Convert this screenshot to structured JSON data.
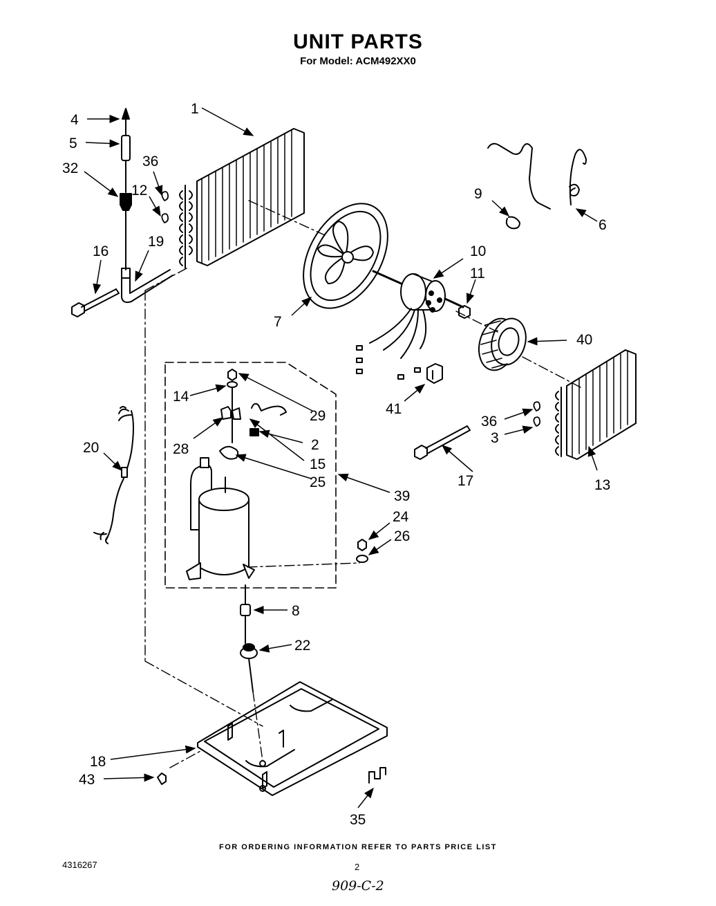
{
  "header": {
    "title": "UNIT PARTS",
    "subtitle": "For Model: ACM492XX0"
  },
  "footer": {
    "ordering_note": "FOR ORDERING INFORMATION REFER TO PARTS PRICE LIST",
    "document_number": "4316267",
    "page_number": "2",
    "handwritten_note": "909-C-2"
  },
  "callouts": [
    {
      "id": "c1",
      "label": "1"
    },
    {
      "id": "c2",
      "label": "2"
    },
    {
      "id": "c3",
      "label": "3"
    },
    {
      "id": "c4",
      "label": "4"
    },
    {
      "id": "c5",
      "label": "5"
    },
    {
      "id": "c6",
      "label": "6"
    },
    {
      "id": "c7",
      "label": "7"
    },
    {
      "id": "c8",
      "label": "8"
    },
    {
      "id": "c9",
      "label": "9"
    },
    {
      "id": "c10",
      "label": "10"
    },
    {
      "id": "c11",
      "label": "11"
    },
    {
      "id": "c12",
      "label": "12"
    },
    {
      "id": "c13",
      "label": "13"
    },
    {
      "id": "c14",
      "label": "14"
    },
    {
      "id": "c15",
      "label": "15"
    },
    {
      "id": "c16",
      "label": "16"
    },
    {
      "id": "c17",
      "label": "17"
    },
    {
      "id": "c18",
      "label": "18"
    },
    {
      "id": "c19",
      "label": "19"
    },
    {
      "id": "c20",
      "label": "20"
    },
    {
      "id": "c22",
      "label": "22"
    },
    {
      "id": "c24",
      "label": "24"
    },
    {
      "id": "c25",
      "label": "25"
    },
    {
      "id": "c26",
      "label": "26"
    },
    {
      "id": "c28",
      "label": "28"
    },
    {
      "id": "c29",
      "label": "29"
    },
    {
      "id": "c32",
      "label": "32"
    },
    {
      "id": "c35",
      "label": "35"
    },
    {
      "id": "c36a",
      "label": "36"
    },
    {
      "id": "c36b",
      "label": "36"
    },
    {
      "id": "c39",
      "label": "39"
    },
    {
      "id": "c40",
      "label": "40"
    },
    {
      "id": "c41",
      "label": "41"
    },
    {
      "id": "c43",
      "label": "43"
    }
  ]
}
